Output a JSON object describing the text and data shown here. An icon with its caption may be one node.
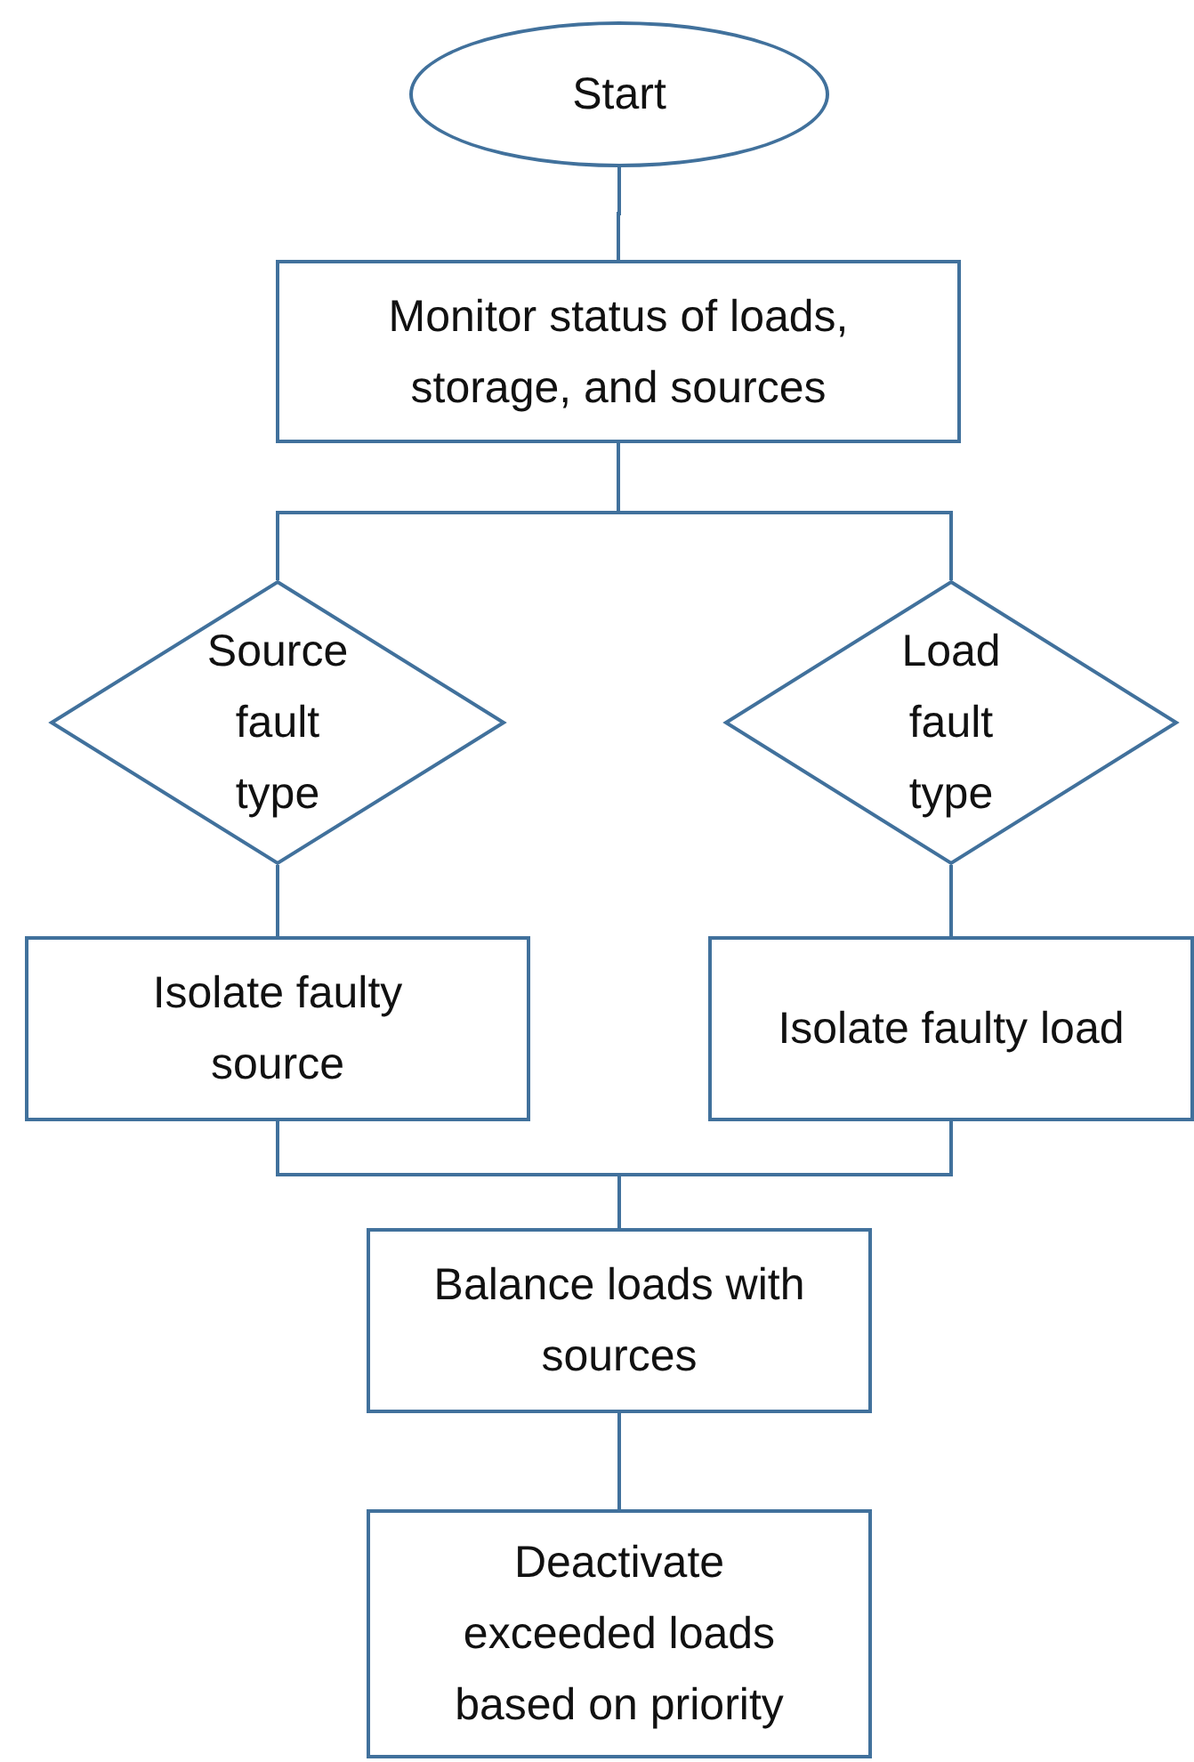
{
  "diagram": {
    "nodes": [
      {
        "text": [
          "Start"
        ]
      },
      {
        "text": [
          "Monitor status of loads, storage, and sources"
        ]
      },
      {
        "text": [
          "Source fault type"
        ]
      },
      {
        "text": [
          "Load fault type"
        ]
      },
      {
        "text": [
          "Isolate faulty source"
        ]
      },
      {
        "text": [
          "Isolate faulty load"
        ]
      },
      {
        "text": [
          "Balance loads with sources"
        ]
      },
      {
        "text": [
          "Deactivate exceeded loads based on priority"
        ]
      }
    ],
    "edges": [
      {
        "from": 0,
        "to": 1,
        "arrow": "none"
      },
      {
        "from": 1,
        "to": 2,
        "arrow": "none"
      },
      {
        "from": 1,
        "to": 3,
        "arrow": "none"
      },
      {
        "from": 2,
        "to": 4,
        "arrow": "none"
      },
      {
        "from": 3,
        "to": 5,
        "arrow": "none"
      },
      {
        "from": 4,
        "to": 6,
        "arrow": "none"
      },
      {
        "from": 5,
        "to": 6,
        "arrow": "none"
      },
      {
        "from": 6,
        "to": 7,
        "arrow": "none"
      }
    ]
  }
}
